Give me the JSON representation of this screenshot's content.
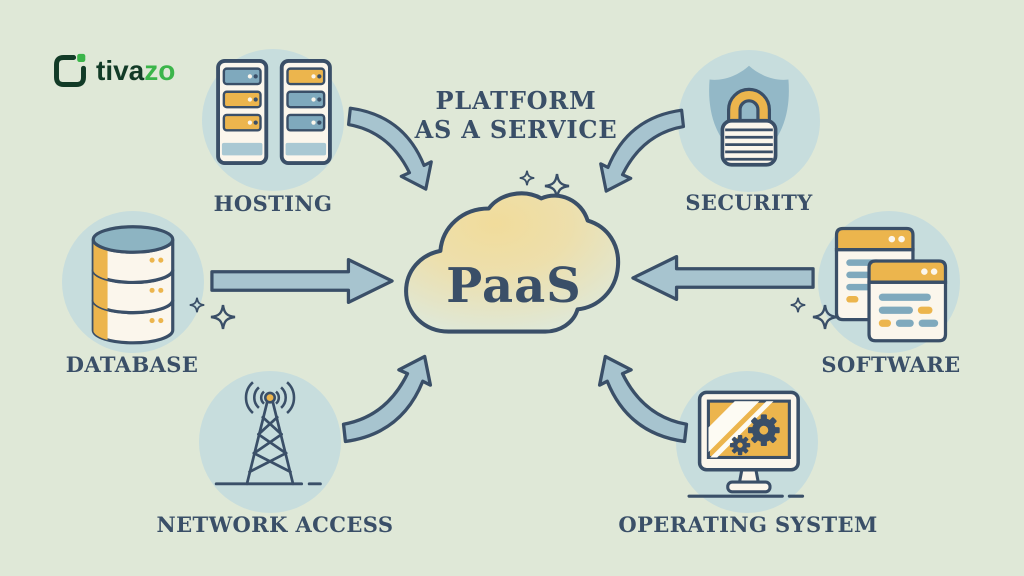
{
  "brand": {
    "name_primary": "tiva",
    "name_secondary": "zo"
  },
  "title": {
    "line1": "PLATFORM",
    "line2": "AS A SERVICE"
  },
  "center": {
    "label": "PaaS"
  },
  "nodes": [
    {
      "id": "hosting",
      "label": "HOSTING",
      "icon": "server-rack-icon"
    },
    {
      "id": "security",
      "label": "SECURITY",
      "icon": "shield-lock-icon"
    },
    {
      "id": "database",
      "label": "DATABASE",
      "icon": "database-icon"
    },
    {
      "id": "software",
      "label": "SOFTWARE",
      "icon": "app-windows-icon"
    },
    {
      "id": "network-access",
      "label": "NETWORK ACCESS",
      "icon": "radio-tower-icon"
    },
    {
      "id": "operating-system",
      "label": "OPERATING SYSTEM",
      "icon": "monitor-gears-icon"
    }
  ],
  "colors": {
    "background": "#dfe8d7",
    "halo": "#c7dddd",
    "navy": "#3a4f68",
    "arrow": "#a7c4cf",
    "yellow": "#ecb54d",
    "cream": "#fbf6ec",
    "slotblue": "#7fa9bd",
    "shield": "#93b8c7",
    "cloudyellow": "#f0dc9d",
    "branddark": "#123b27",
    "brandgreen": "#3bb54a"
  }
}
